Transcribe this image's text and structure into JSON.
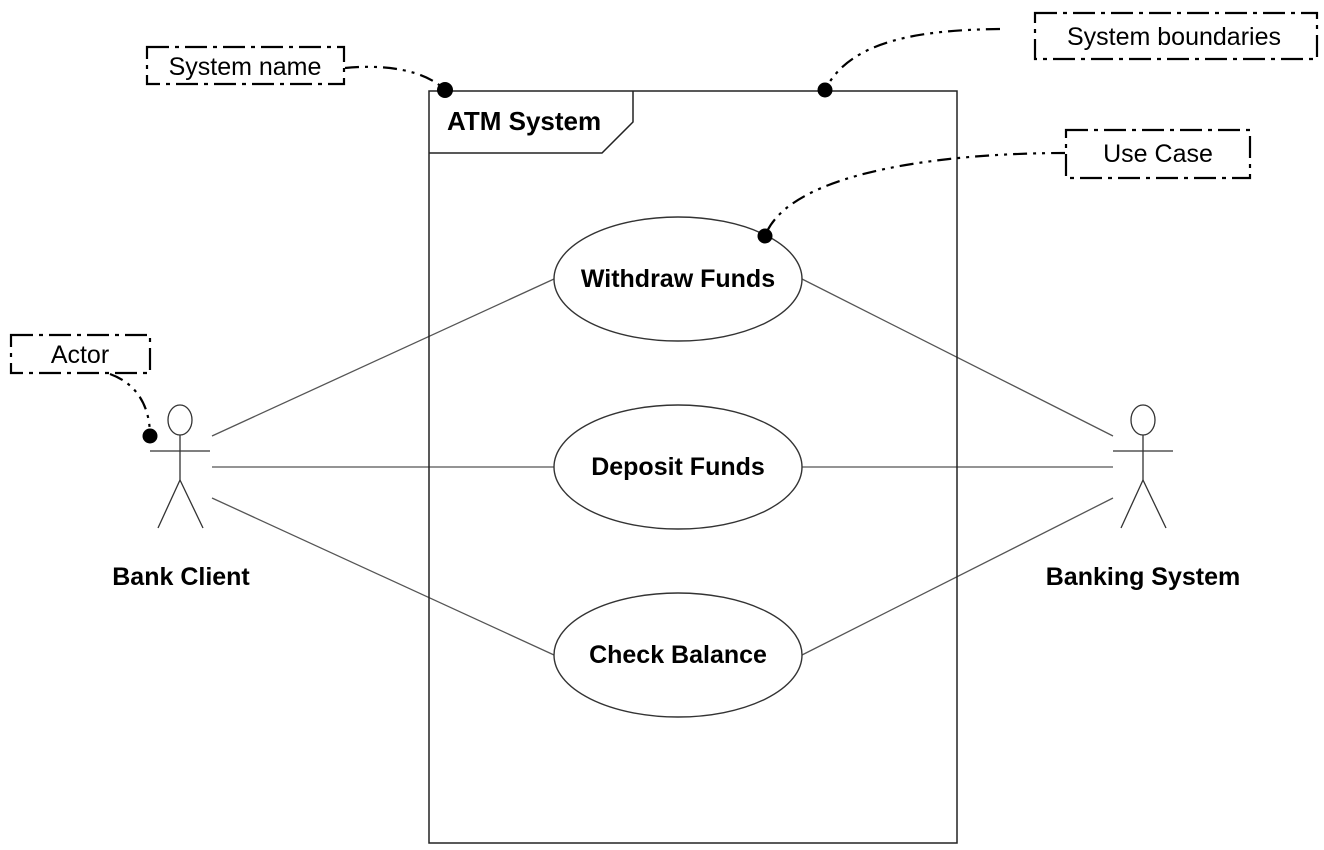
{
  "system": {
    "name": "ATM System"
  },
  "actors": [
    {
      "id": "bank-client",
      "label": "Bank Client"
    },
    {
      "id": "banking-system",
      "label": "Banking System"
    }
  ],
  "use_cases": [
    {
      "id": "withdraw-funds",
      "label": "Withdraw Funds"
    },
    {
      "id": "deposit-funds",
      "label": "Deposit Funds"
    },
    {
      "id": "check-balance",
      "label": "Check Balance"
    }
  ],
  "associations": [
    {
      "actor": "bank-client",
      "use_case": "withdraw-funds"
    },
    {
      "actor": "bank-client",
      "use_case": "deposit-funds"
    },
    {
      "actor": "bank-client",
      "use_case": "check-balance"
    },
    {
      "actor": "banking-system",
      "use_case": "withdraw-funds"
    },
    {
      "actor": "banking-system",
      "use_case": "deposit-funds"
    },
    {
      "actor": "banking-system",
      "use_case": "check-balance"
    }
  ],
  "callouts": {
    "system_name": "System name",
    "system_boundaries": "System boundaries",
    "use_case": "Use Case",
    "actor": "Actor"
  }
}
